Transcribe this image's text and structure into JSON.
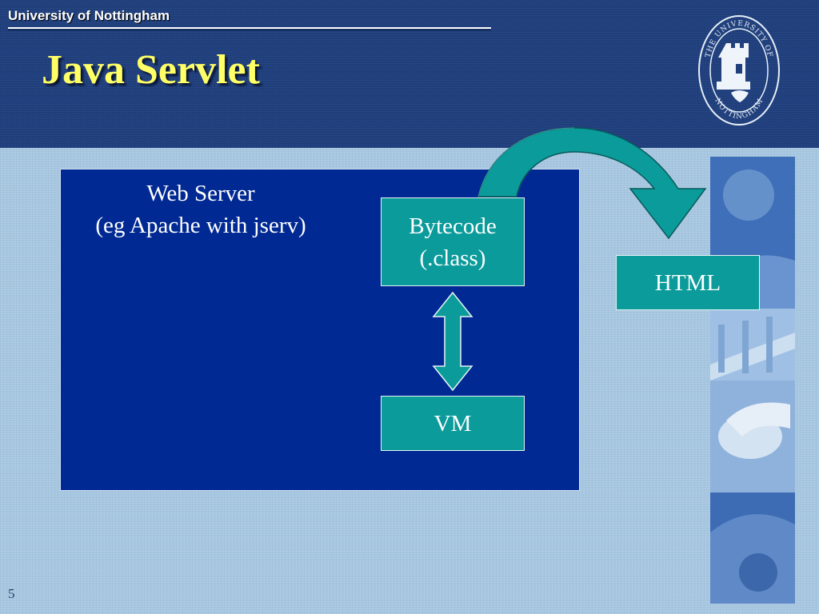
{
  "header": {
    "university": "University of Nottingham",
    "title": "Java Servlet"
  },
  "crest": {
    "text_top": "THE UNIVERSITY OF",
    "text_bottom": "NOTTINGHAM"
  },
  "diagram": {
    "server_label_line1": "Web Server",
    "server_label_line2": "(eg Apache with jserv)",
    "bytecode_line1": "Bytecode",
    "bytecode_line2": "(.class)",
    "vm": "VM",
    "html": "HTML"
  },
  "footer": {
    "slide_number": "5"
  },
  "colors": {
    "header_bg": "#1f3f7d",
    "title": "#ffff66",
    "server_box": "#002993",
    "teal": "#0c9b9b"
  }
}
